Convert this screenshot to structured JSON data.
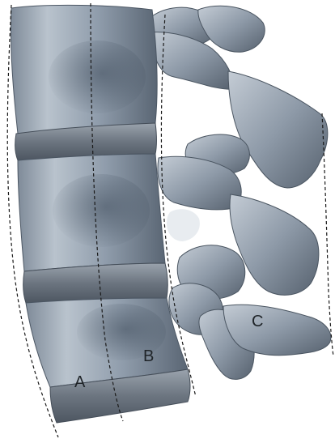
{
  "figure": {
    "column_labels": {
      "a": "A",
      "b": "B",
      "c": "C"
    },
    "colors": {
      "bone_light": "#c9d1da",
      "bone_mid": "#8d99a6",
      "bone_dark": "#3f4b59",
      "disc": "#6f7884",
      "guide_line": "#1a1a1a"
    }
  }
}
